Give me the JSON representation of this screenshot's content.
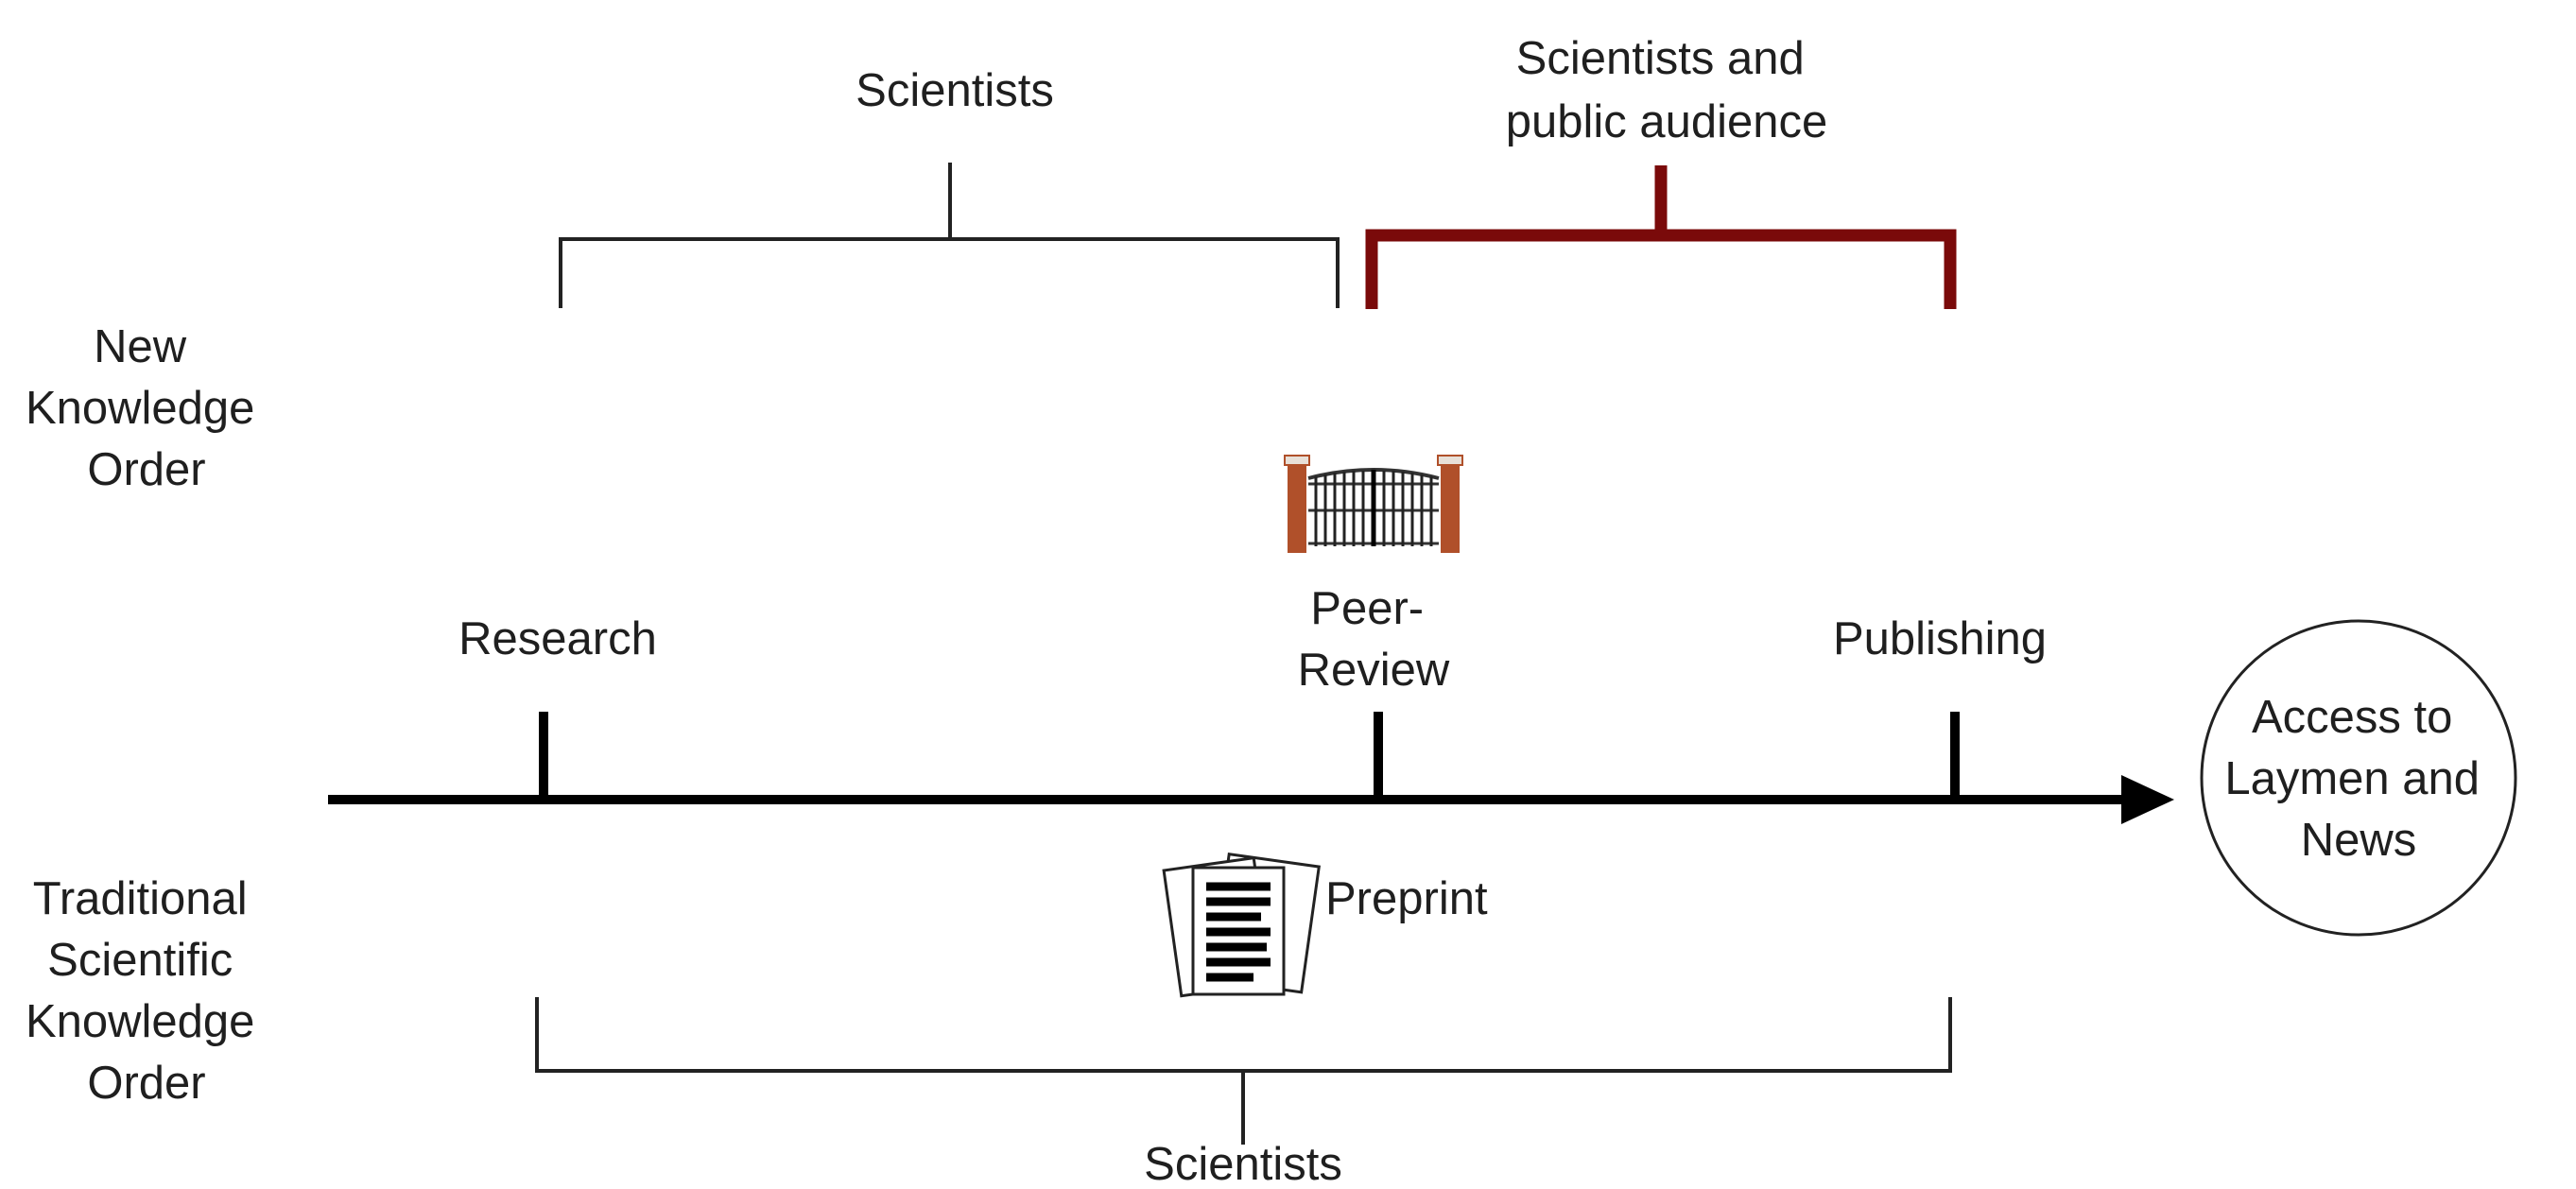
{
  "rows": {
    "new_order": [
      "New",
      "Knowledge",
      "Order"
    ],
    "traditional_order": [
      "Traditional",
      "Scientific",
      "Knowledge",
      "Order"
    ]
  },
  "top_brackets": {
    "left_audience": "Scientists",
    "right_audience": [
      "Scientists and",
      "public audience"
    ],
    "right_color": "#7a0a0a"
  },
  "timeline": {
    "stages": {
      "research": "Research",
      "peer_review": [
        "Peer-",
        "Review"
      ],
      "publishing": "Publishing"
    },
    "endpoint": [
      "Access to",
      "Laymen and",
      "News"
    ]
  },
  "preprint": {
    "label": "Preprint"
  },
  "bottom_bracket": {
    "audience": "Scientists"
  },
  "icons": {
    "gate": "gate-icon",
    "documents": "documents-icon"
  },
  "colors": {
    "line": "#000000",
    "text": "#1f1f1f",
    "gate_post": "#b0502a"
  }
}
